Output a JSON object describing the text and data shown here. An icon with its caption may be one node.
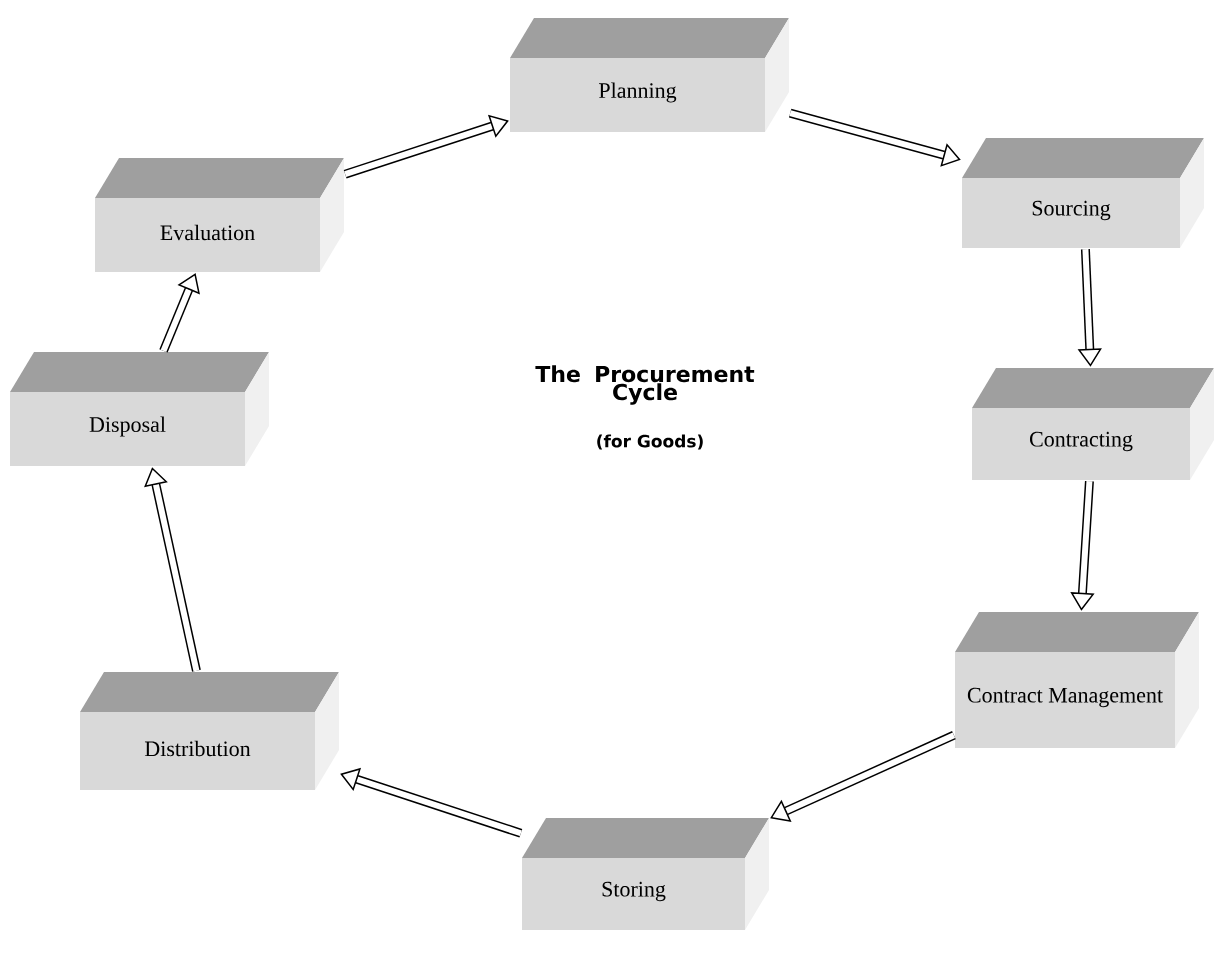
{
  "diagram": {
    "title": "The Procurement Cycle",
    "nodes": [
      {
        "text": [
          "Planning"
        ]
      },
      {
        "text": [
          "Sourcing"
        ]
      },
      {
        "text": [
          "Contracting"
        ]
      },
      {
        "text": [
          "Contract Management"
        ]
      },
      {
        "text": [
          "Storing"
        ]
      },
      {
        "text": [
          "Distribution"
        ]
      },
      {
        "text": [
          "Disposal"
        ]
      },
      {
        "text": [
          "Evaluation"
        ]
      }
    ],
    "edges": [
      {
        "from": 0,
        "to": 1,
        "arrow": "to"
      },
      {
        "from": 1,
        "to": 2,
        "arrow": "to"
      },
      {
        "from": 2,
        "to": 3,
        "arrow": "to"
      },
      {
        "from": 3,
        "to": 4,
        "arrow": "to"
      },
      {
        "from": 4,
        "to": 5,
        "arrow": "to"
      },
      {
        "from": 5,
        "to": 6,
        "arrow": "to"
      },
      {
        "from": 6,
        "to": 7,
        "arrow": "to"
      },
      {
        "from": 7,
        "to": 0,
        "arrow": "to"
      }
    ],
    "labels": [
      "(for Goods)"
    ]
  }
}
